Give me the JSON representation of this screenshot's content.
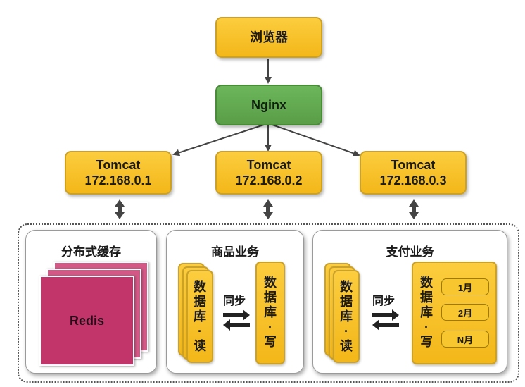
{
  "browser": "浏览器",
  "nginx": "Nginx",
  "tomcats": [
    {
      "name": "Tomcat",
      "ip": "172.168.0.1"
    },
    {
      "name": "Tomcat",
      "ip": "172.168.0.2"
    },
    {
      "name": "Tomcat",
      "ip": "172.168.0.3"
    }
  ],
  "cache_panel": {
    "title": "分布式缓存",
    "store": "Redis"
  },
  "product_panel": {
    "title": "商品业务",
    "read_db": [
      "数",
      "据",
      "库",
      "·",
      "读"
    ],
    "sync": "同步",
    "write_db": [
      "数",
      "据",
      "库",
      "·",
      "写"
    ]
  },
  "payment_panel": {
    "title": "支付业务",
    "read_db": [
      "数",
      "据",
      "库",
      "·",
      "读"
    ],
    "sync": "同步",
    "write_db": [
      "数",
      "据",
      "库",
      "·",
      "写"
    ],
    "partitions": [
      "1月",
      "2月",
      "N月"
    ]
  }
}
